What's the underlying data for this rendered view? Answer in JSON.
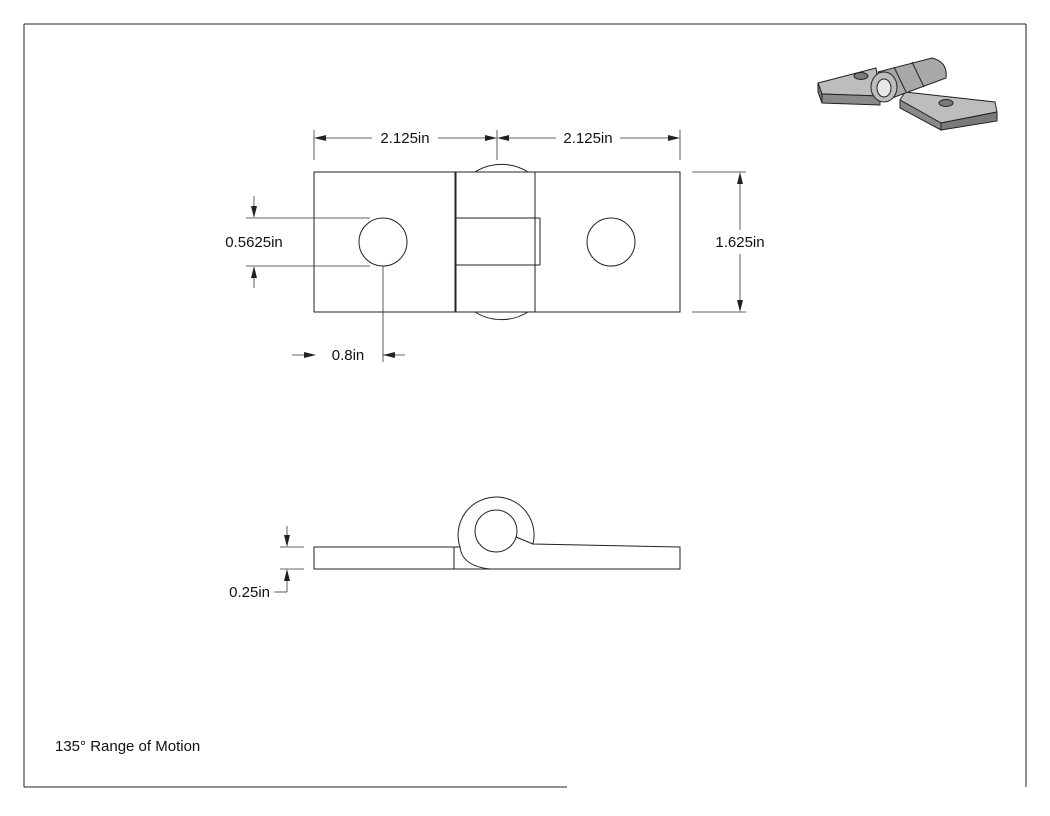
{
  "drawing": {
    "dimensions": {
      "left_leaf_width": "2.125in",
      "right_leaf_width": "2.125in",
      "hole_offset_vertical": "0.5625in",
      "leaf_height": "1.625in",
      "hole_offset_horizontal": "0.8in",
      "leaf_thickness": "0.25in"
    },
    "note": "135° Range of Motion"
  },
  "colors": {
    "line": "#222222",
    "iso_top": "#bdbdbd",
    "iso_side": "#7a7a7a",
    "iso_knuckle": "#a8a8a8"
  },
  "icons": {
    "iso_view": "hinge-isometric-icon"
  }
}
